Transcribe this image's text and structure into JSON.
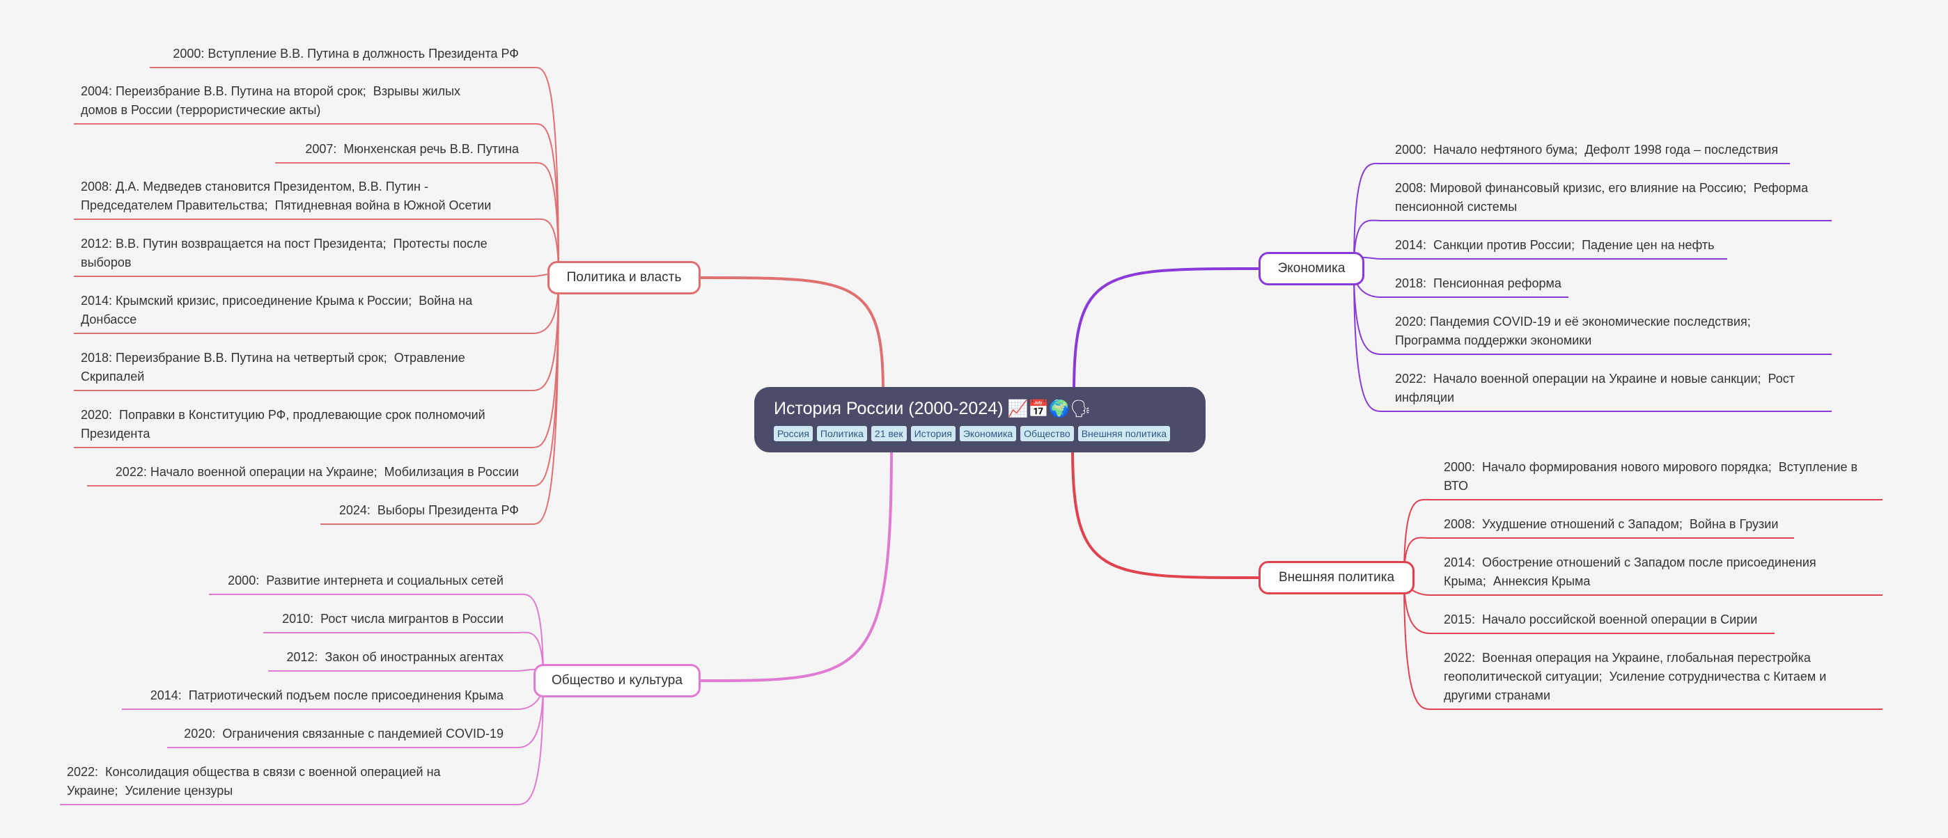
{
  "root": {
    "title": "История России (2000-2024)",
    "emoji": "📈📅🌍🗣",
    "tags": [
      "Россия",
      "Политика",
      "21 век",
      "История",
      "Экономика",
      "Общество",
      "Внешняя политика"
    ]
  },
  "branches": [
    {
      "id": "politics",
      "label": "Политика и власть",
      "color": "#e07070",
      "items": [
        "2000: Вступление В.В. Путина в должность Президента РФ",
        "2004: Переизбрание В.В. Путина на второй срок;  Взрывы жилых\nдомов в России (террористические акты)",
        "2007:  Мюнхенская речь В.В. Путина",
        "2008: Д.А. Медведев становится Президентом, В.В. Путин -\nПредседателем Правительства;  Пятидневная война в Южной Осетии",
        "2012: В.В. Путин возвращается на пост Президента;  Протесты после\nвыборов",
        "2014: Крымский кризис, присоединение Крыма к России;  Война на\nДонбассе",
        "2018: Переизбрание В.В. Путина на четвертый срок;  Отравление\nСкрипалей",
        "2020:  Поправки в Конституцию РФ, продлевающие срок полномочий\nПрезидента",
        "2022: Начало военной операции на Украине;  Мобилизация в России",
        "2024:  Выборы Президента РФ"
      ]
    },
    {
      "id": "society",
      "label": "Общество и культура",
      "color": "#e07ad2",
      "items": [
        "2000:  Развитие интернета и социальных сетей",
        "2010:  Рост числа мигрантов в России",
        "2012:  Закон об иностранных агентах",
        "2014:  Патриотический подъем после присоединения Крыма",
        "2020:  Ограничения связанные с пандемией COVID-19",
        "2022:  Консолидация общества в связи с военной операцией на\nУкраине;  Усиление цензуры"
      ]
    },
    {
      "id": "economy",
      "label": "Экономика",
      "color": "#8a3ad8",
      "items": [
        "2000:  Начало нефтяного бума;  Дефолт 1998 года – последствия",
        "2008: Мировой финансовый кризис, его влияние на Россию;  Реформа\nпенсионной системы",
        "2014:  Санкции против России;  Падение цен на нефть",
        "2018:  Пенсионная реформа",
        "2020: Пандемия COVID-19 и её экономические последствия;\nПрограмма поддержки экономики",
        "2022:  Начало военной операции на Украине и новые санкции;  Рост\nинфляции"
      ]
    },
    {
      "id": "foreign",
      "label": "Внешняя политика",
      "color": "#e0424f",
      "items": [
        "2000:  Начало формирования нового мирового порядка;  Вступление в\nВТО",
        "2008:  Ухудшение отношений с Западом;  Война в Грузии",
        "2014:  Обострение отношений с Западом после присоединения\nКрыма;  Аннексия Крыма",
        "2015:  Начало российской военной операции в Сирии",
        "2022:  Военная операция на Украине, глобальная перестройка\nгеополитической ситуации;  Усиление сотрудничества с Китаем и\nдругими странами"
      ]
    }
  ]
}
